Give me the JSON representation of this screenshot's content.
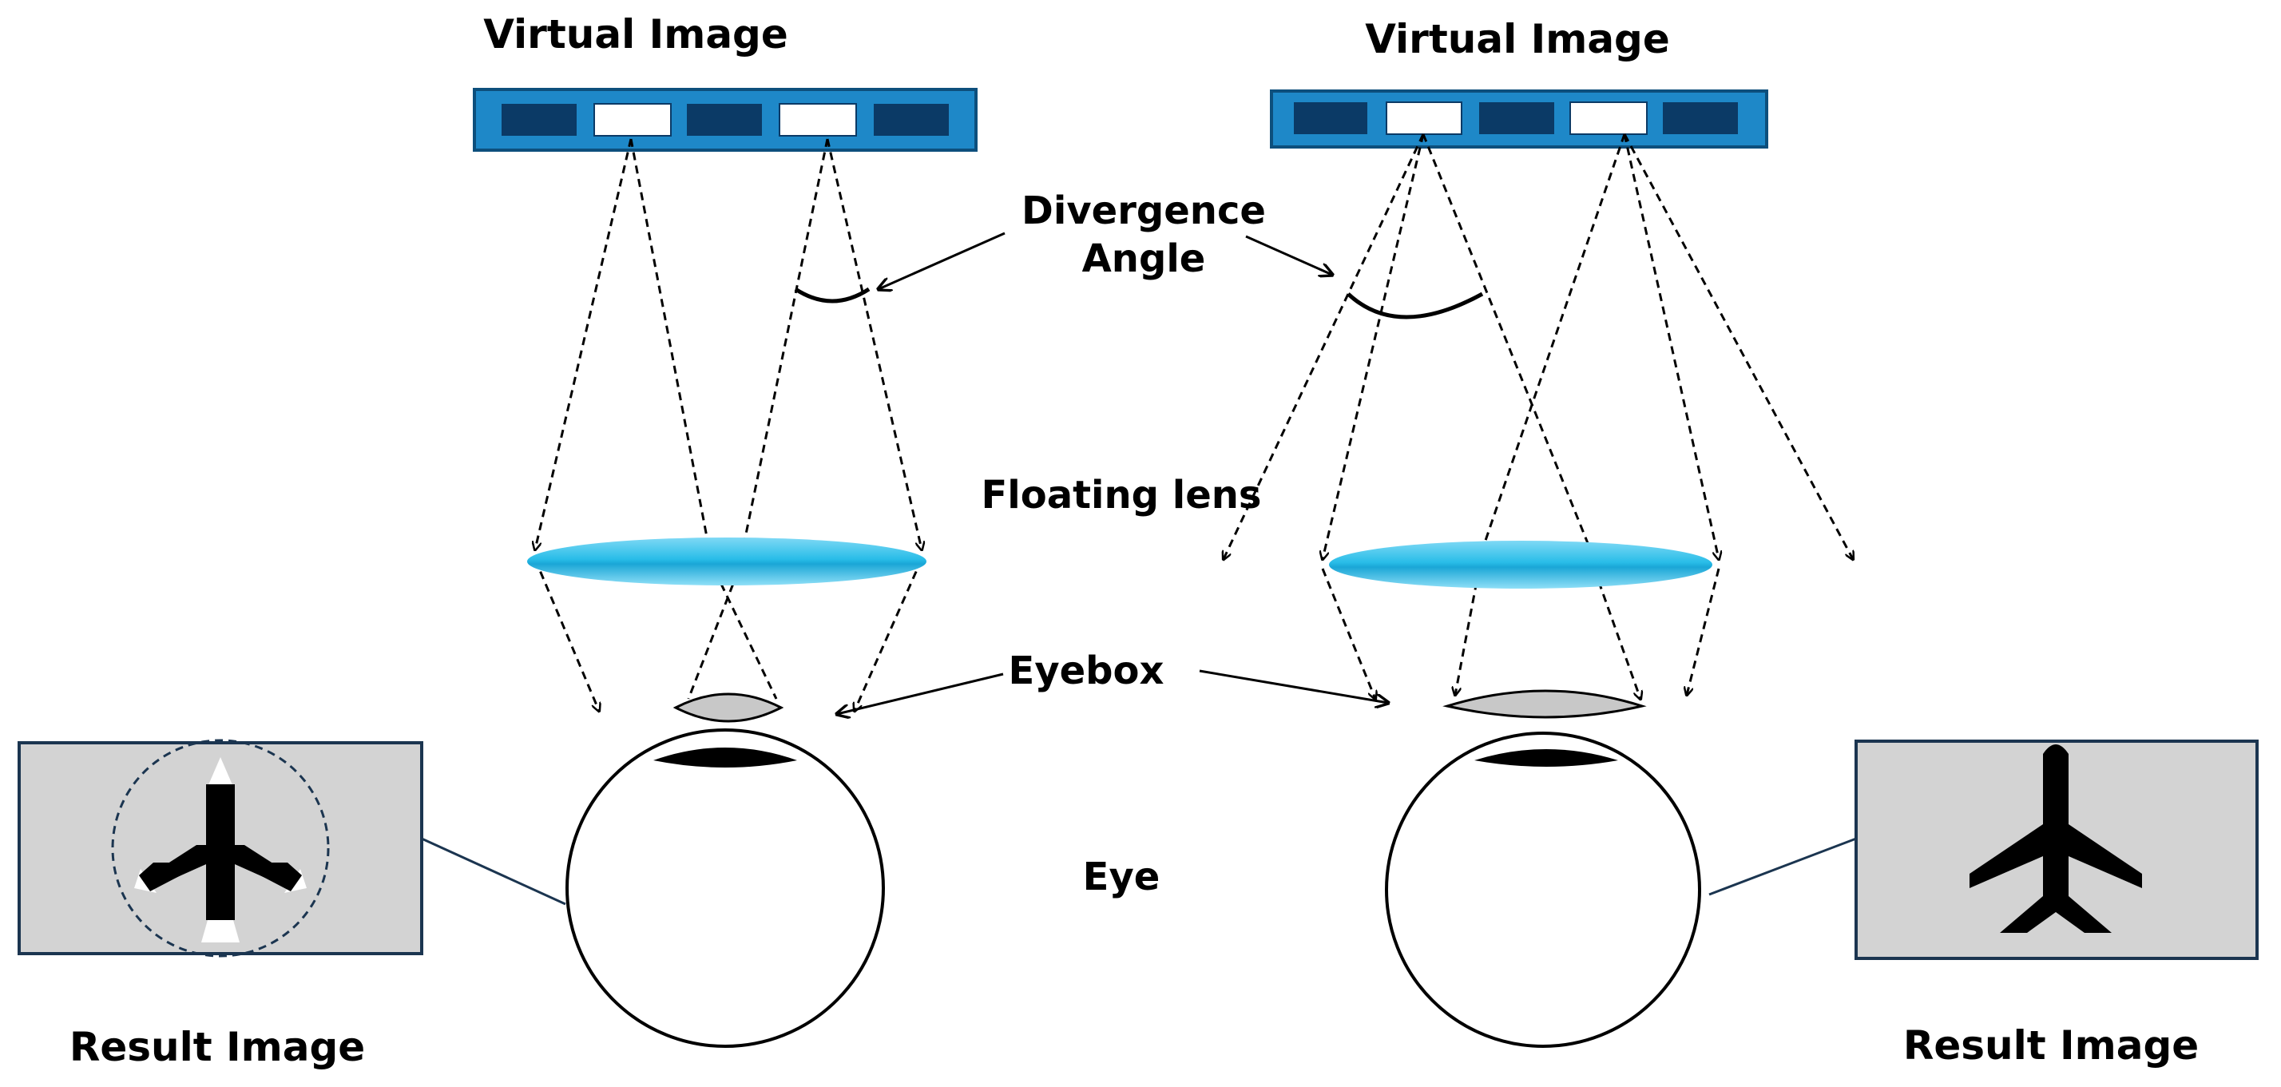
{
  "labels": {
    "virtual_image_left": "Virtual Image",
    "virtual_image_right": "Virtual Image",
    "divergence_angle_line1": "Divergence",
    "divergence_angle_line2": "Angle",
    "floating_lens": "Floating lens",
    "eyebox": "Eyebox",
    "eye": "Eye",
    "result_image_left": "Result Image",
    "result_image_right": "Result Image"
  },
  "colors": {
    "display_blue": "#1e88c8",
    "display_outline": "#0d4f7c",
    "dark_pixel": "#0b3a66",
    "lit_pixel": "#ffffff",
    "lens_cyan": "#29bde8",
    "eyebox_gray": "#c8c8c8",
    "panel_gray": "#d3d3d3",
    "panel_border": "#1b3550",
    "airplane": "#000000"
  },
  "icons": [
    "dark-pixel",
    "lit-pixel",
    "floating-lens",
    "eyebox",
    "eyeball",
    "pupil",
    "airplane",
    "arrow"
  ]
}
